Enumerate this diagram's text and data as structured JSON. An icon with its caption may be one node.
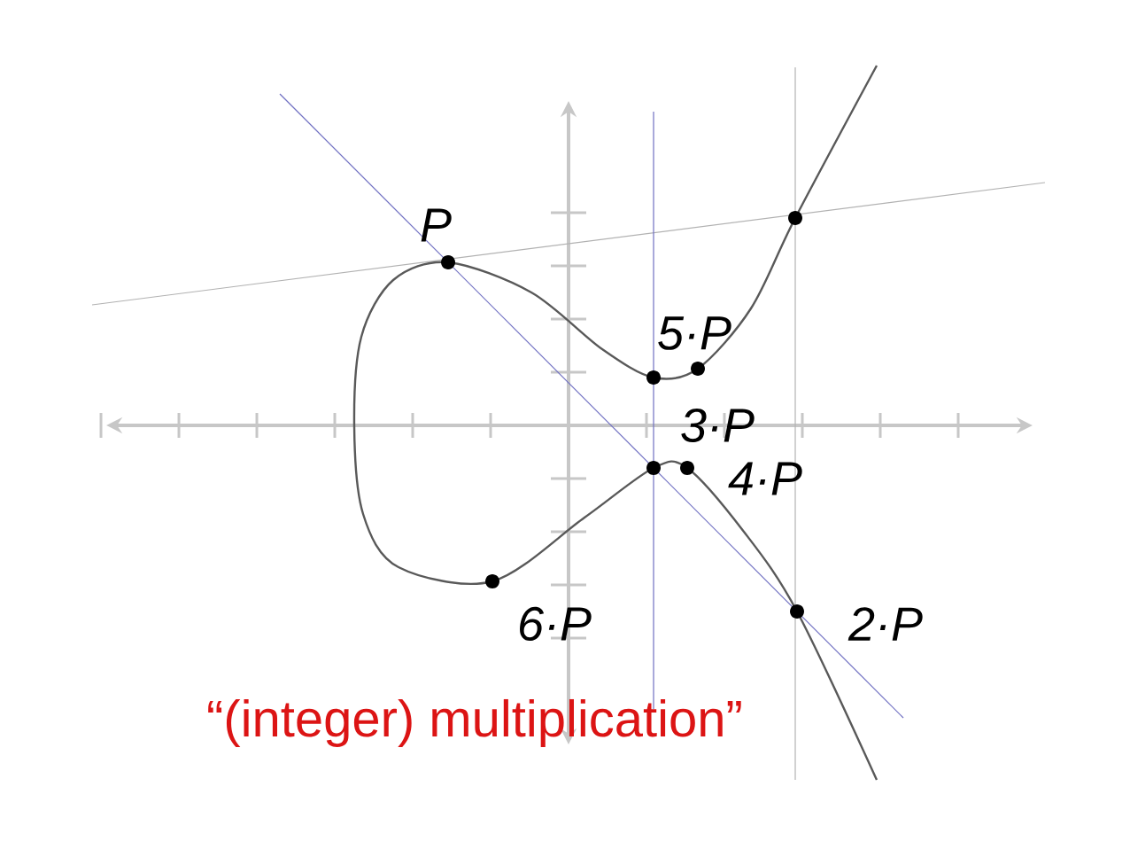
{
  "diagram": {
    "caption": "“(integer) multiplication”",
    "labels": [
      "P",
      "5·P",
      "3·P",
      "4·P",
      "6·P",
      "2·P"
    ]
  }
}
